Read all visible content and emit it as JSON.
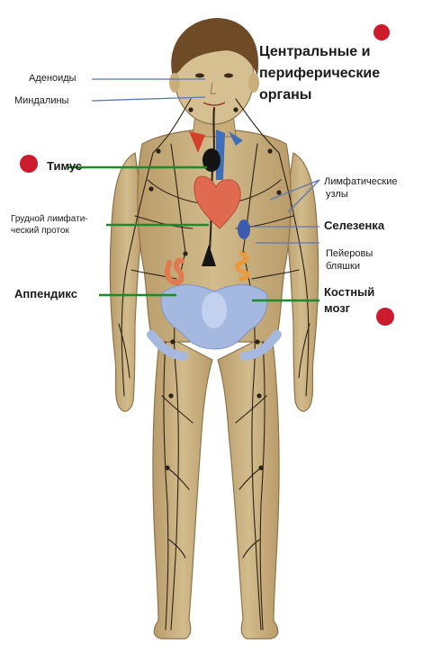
{
  "title": {
    "line1": "Центральные и",
    "line2": "периферические",
    "line3": "органы"
  },
  "labels": {
    "adenoids": "Аденоиды",
    "tonsils": "Миндалины",
    "thymus": "Тимус",
    "lymph_nodes_1": "Лимфатические",
    "lymph_nodes_2": "узлы",
    "thoracic_duct_1": "Грудной лимфати-",
    "thoracic_duct_2": "ческий проток",
    "spleen": "Селезенка",
    "peyer_1": "Пейеровы",
    "peyer_2": "бляшки",
    "appendix": "Аппендикс",
    "marrow_1": "Костный",
    "marrow_2": "мозг"
  },
  "colors": {
    "skin": "#c9b07f",
    "vessel": "#2b2216",
    "hair": "#6e4a26",
    "marker_central": "#cc1b2c",
    "leader_central": "#1d8a2a",
    "leader_peripheral": "#5b78b8",
    "bone": "#9fb4de",
    "heart": "#e06a50",
    "spleen": "#3a5bb0",
    "peyer": "#e89a3c",
    "appendix": "#e07a50"
  }
}
